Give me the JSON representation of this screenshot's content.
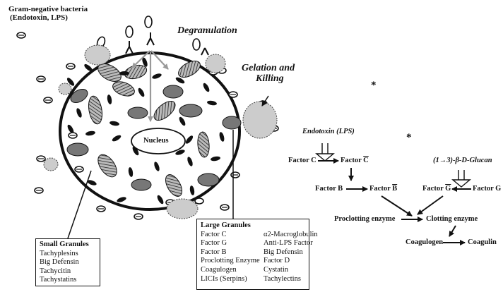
{
  "cell": {
    "bacteria_label": [
      "Gram-negative bacteria",
      "(Endotoxin, LPS)"
    ],
    "degranulation": "Degranulation",
    "gelation": [
      "Gelation and",
      "Killing"
    ],
    "nucleus": "Nucleus"
  },
  "small_granules": {
    "title": "Small Granules",
    "items": [
      "Tachyplesins",
      "Big Defensin",
      "Tachycitin",
      "Tachystatins"
    ]
  },
  "large_granules": {
    "title": "Large Granules",
    "col1": [
      "Factor C",
      "Factor G",
      "Factor B",
      "Proclotting Enzyme",
      "Coagulogen",
      "LICIs (Serpins)"
    ],
    "col2": [
      "α2-Macroglobulin",
      "Anti-LPS Factor",
      "Big Defensin",
      "Factor D",
      "Cystatin",
      "Tachylectins"
    ]
  },
  "cascade": {
    "endotoxin": "Endotoxin (LPS)",
    "glucan": "(1→3)-β-D-Glucan",
    "factor_c": "Factor C",
    "factor_c_active_prefix": "Factor ",
    "factor_c_active_letter": "C",
    "factor_b": "Factor B",
    "factor_b_active_prefix": "Factor ",
    "factor_b_active_letter": "B",
    "factor_g_active_prefix": "Factor ",
    "factor_g_active_letter": "G",
    "factor_g": "Factor G",
    "proclotting": "Proclotting enzyme",
    "clotting": "Clotting enzyme",
    "coagulogen": "Coagulogen",
    "coagulin": "Coagulin"
  },
  "marks": [
    "*",
    "*"
  ]
}
